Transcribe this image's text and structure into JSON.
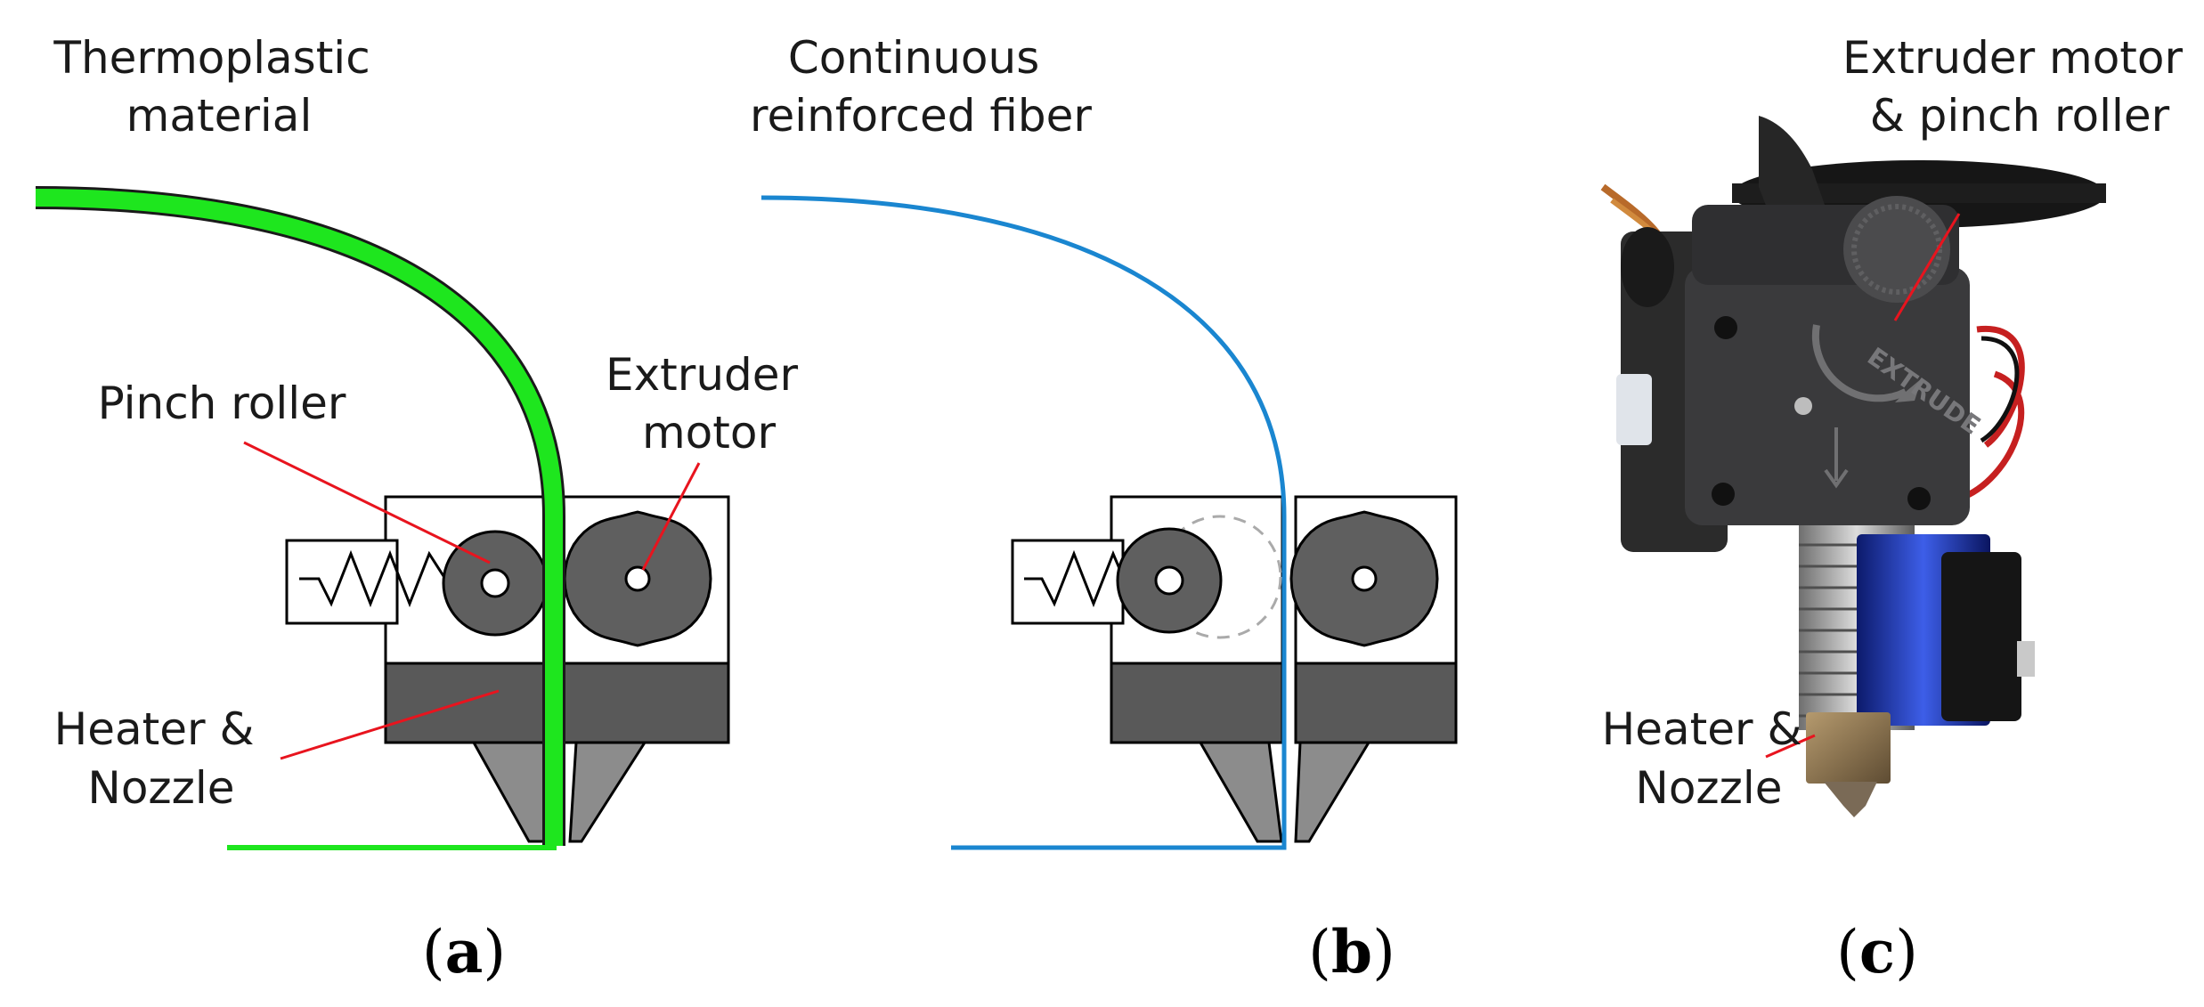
{
  "panel_a": {
    "label_thermoplastic": [
      "Thermoplastic",
      "material"
    ],
    "label_pinch_roller": "Pinch roller",
    "label_extruder_motor": [
      "Extruder",
      "motor"
    ],
    "label_heater": [
      "Heater &",
      "Nozzle"
    ],
    "caption": {
      "open": "(",
      "letter": "a",
      "close": ")"
    }
  },
  "panel_b": {
    "label_fiber": [
      "Continuous",
      "reinforced fiber"
    ],
    "caption": {
      "open": "(",
      "letter": "b",
      "close": ")"
    }
  },
  "panel_c": {
    "label_extruder_roller": [
      "Extruder motor",
      "& pinch roller"
    ],
    "label_heater": [
      "Heater &",
      "Nozzle"
    ],
    "photo_text_extrude": "EXTRUDE",
    "caption": {
      "open": "(",
      "letter": "c",
      "close": ")"
    }
  },
  "colors": {
    "thermoplastic": "#1ee61e",
    "fiber": "#1a86d0",
    "heater": "#595959",
    "nozzle": "#8c8c8c",
    "roller": "#5f5f5f",
    "leader": "#e8141e"
  }
}
